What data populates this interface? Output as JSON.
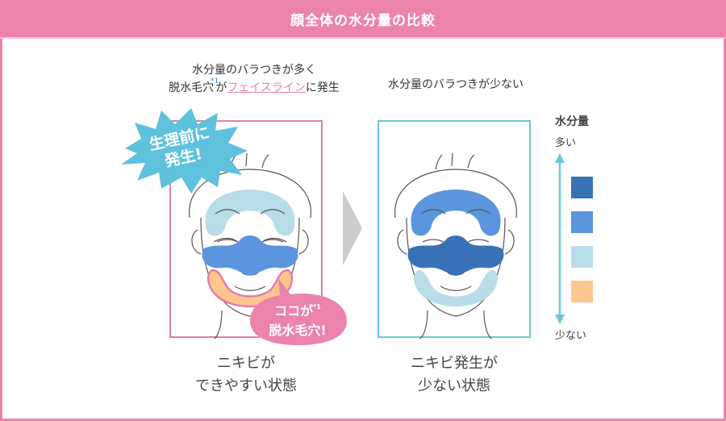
{
  "header": {
    "title": "顔全体の水分量の比較",
    "bg_color": "#ec83ad"
  },
  "left": {
    "caption_line1": "水分量のバラつきが多く",
    "caption_line2_prefix": "脱水毛穴",
    "caption_sup": "*1",
    "caption_line2_mid": "が",
    "caption_highlight": "フェイスライン",
    "caption_line2_suffix": "に発生",
    "burst_line1": "生理前に",
    "burst_line2": "発生!",
    "bubble_line1": "ココが",
    "bubble_sup": "*1",
    "bubble_line2": "脱水毛穴!",
    "state_line1": "ニキビが",
    "state_line2": "できやすい状態",
    "border_color": "#e27dab",
    "zones": {
      "forehead": "#b8dde8",
      "cheeks": "#5b95dd",
      "jaw": "#fec68e"
    }
  },
  "right": {
    "caption": "水分量のバラつきが少ない",
    "state_line1": "ニキビ発生が",
    "state_line2": "少ない状態",
    "border_color": "#6cc5dd",
    "zones": {
      "forehead": "#5b95dd",
      "cheeks": "#3a72b8",
      "jaw": "#b8dde8"
    }
  },
  "legend": {
    "title": "水分量",
    "top_label": "多い",
    "bottom_label": "少ない",
    "swatches": [
      "#3a72b8",
      "#5b95dd",
      "#b8dde8",
      "#fec68e"
    ],
    "arrow_color": "#6cc5dd"
  }
}
